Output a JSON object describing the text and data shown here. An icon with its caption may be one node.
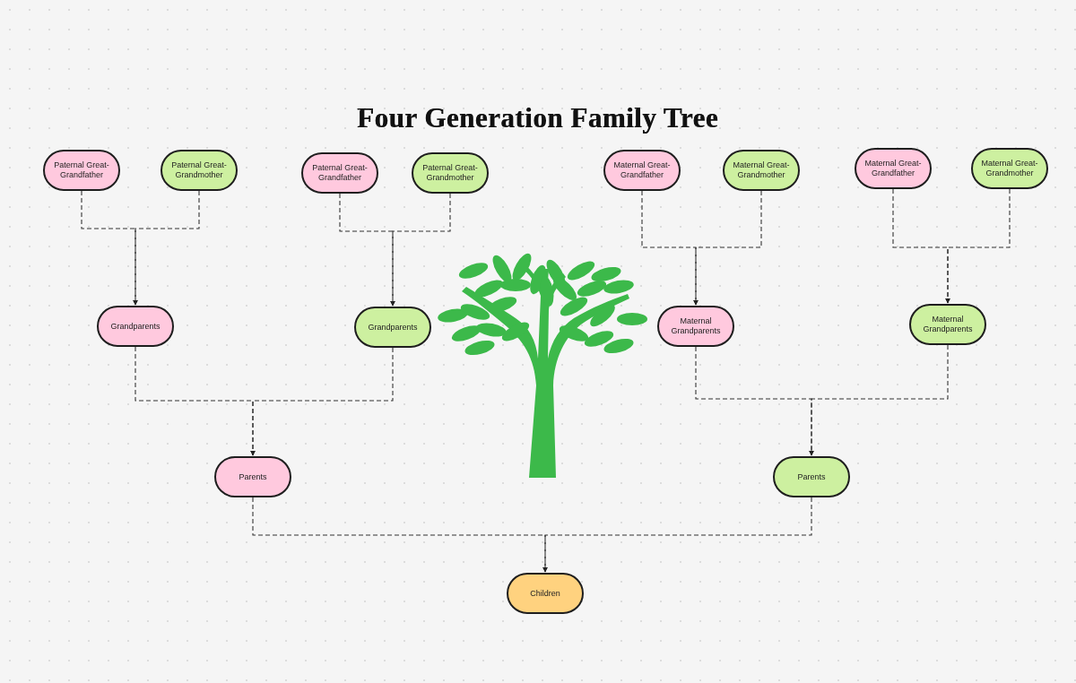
{
  "diagram": {
    "title": "Four Generation Family Tree",
    "nodes": [
      {
        "text": [
          "Paternal Great-Grandfather"
        ]
      },
      {
        "text": [
          "Paternal Great-Grandmother"
        ]
      },
      {
        "text": [
          "Paternal Great-Grandfather"
        ]
      },
      {
        "text": [
          "Paternal Great-Grandmother"
        ]
      },
      {
        "text": [
          "Maternal Great-Grandfather"
        ]
      },
      {
        "text": [
          "Maternal Great-Grandmother"
        ]
      },
      {
        "text": [
          "Maternal Great-Grandfather"
        ]
      },
      {
        "text": [
          "Maternal Great-Grandmother"
        ]
      },
      {
        "text": [
          "Grandparents"
        ]
      },
      {
        "text": [
          "Grandparents"
        ]
      },
      {
        "text": [
          "Maternal Grandparents"
        ]
      },
      {
        "text": [
          "Maternal Grandparents"
        ]
      },
      {
        "text": [
          "Parents"
        ]
      },
      {
        "text": [
          "Parents"
        ]
      },
      {
        "text": [
          "Children"
        ]
      }
    ],
    "edges": [
      {
        "from": 0,
        "to": 8,
        "arrow": "to"
      },
      {
        "from": 1,
        "to": 8,
        "arrow": "to"
      },
      {
        "from": 2,
        "to": 9,
        "arrow": "to"
      },
      {
        "from": 3,
        "to": 9,
        "arrow": "to"
      },
      {
        "from": 4,
        "to": 10,
        "arrow": "to"
      },
      {
        "from": 5,
        "to": 10,
        "arrow": "to"
      },
      {
        "from": 6,
        "to": 11,
        "arrow": "to"
      },
      {
        "from": 7,
        "to": 11,
        "arrow": "to"
      },
      {
        "from": 8,
        "to": 12,
        "arrow": "to"
      },
      {
        "from": 9,
        "to": 12,
        "arrow": "to"
      },
      {
        "from": 10,
        "to": 13,
        "arrow": "to"
      },
      {
        "from": 11,
        "to": 13,
        "arrow": "to"
      },
      {
        "from": 12,
        "to": 14,
        "arrow": "to"
      },
      {
        "from": 13,
        "to": 14,
        "arrow": "to"
      }
    ]
  }
}
